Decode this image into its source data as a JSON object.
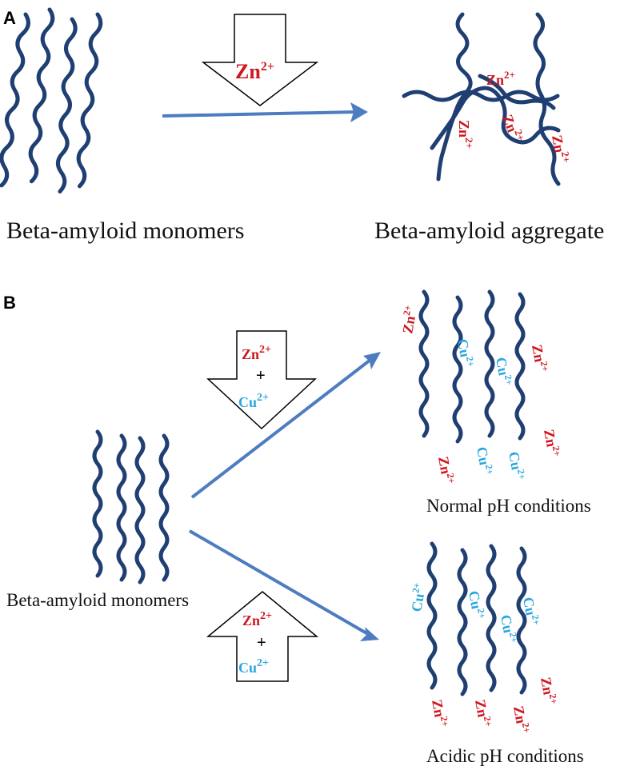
{
  "colors": {
    "zinc": "#d0161e",
    "copper": "#2aa7dd",
    "strand": "#1f3f73",
    "arrow": "#4d7cc0"
  },
  "panel_a": {
    "label": "A",
    "monomers_caption": "Beta-amyloid monomers",
    "aggregate_caption": "Beta-amyloid aggregate",
    "input_ion": {
      "base": "Zn",
      "charge": "2+"
    },
    "bound_ion": {
      "base": "Zn",
      "charge": "2+"
    }
  },
  "panel_b": {
    "label": "B",
    "monomers_caption": "Beta-amyloid monomers",
    "ion_zn": {
      "base": "Zn",
      "charge": "2+"
    },
    "ion_cu": {
      "base": "Cu",
      "charge": "2+"
    },
    "plus": "+",
    "normal_caption": "Normal pH conditions",
    "acidic_caption": "Acidic pH conditions"
  }
}
